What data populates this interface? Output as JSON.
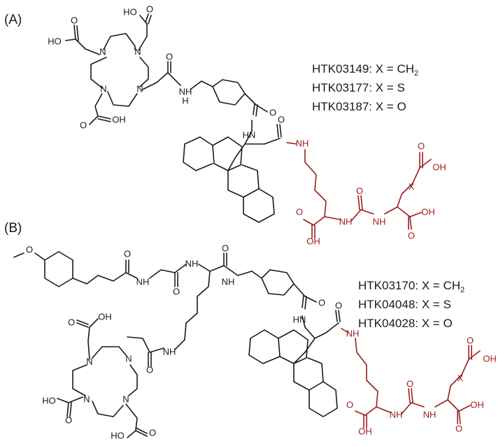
{
  "panels": [
    {
      "label": "(A)",
      "compounds": [
        {
          "name": "HTK03149",
          "x_value": "CH",
          "x_sub": "2"
        },
        {
          "name": "HTK03177",
          "x_value": "S",
          "x_sub": ""
        },
        {
          "name": "HTK03187",
          "x_value": "O",
          "x_sub": ""
        }
      ]
    },
    {
      "label": "(B)",
      "compounds": [
        {
          "name": "HTK03170",
          "x_value": "CH",
          "x_sub": "2"
        },
        {
          "name": "HTK04048",
          "x_value": "S",
          "x_sub": ""
        },
        {
          "name": "HTK04028",
          "x_value": "O",
          "x_sub": ""
        }
      ]
    }
  ],
  "atom_labels": {
    "acid": "OH",
    "carboxyl_ho": "HO",
    "amine_n": "N",
    "amide_nh": "NH",
    "amide_hn": "HN",
    "amide_h": "H",
    "ketone_o": "O",
    "variable": "X"
  },
  "separator": ": X = ",
  "colors": {
    "bond": "#1a1a1a",
    "urea_motif": "#9b1c1c"
  }
}
